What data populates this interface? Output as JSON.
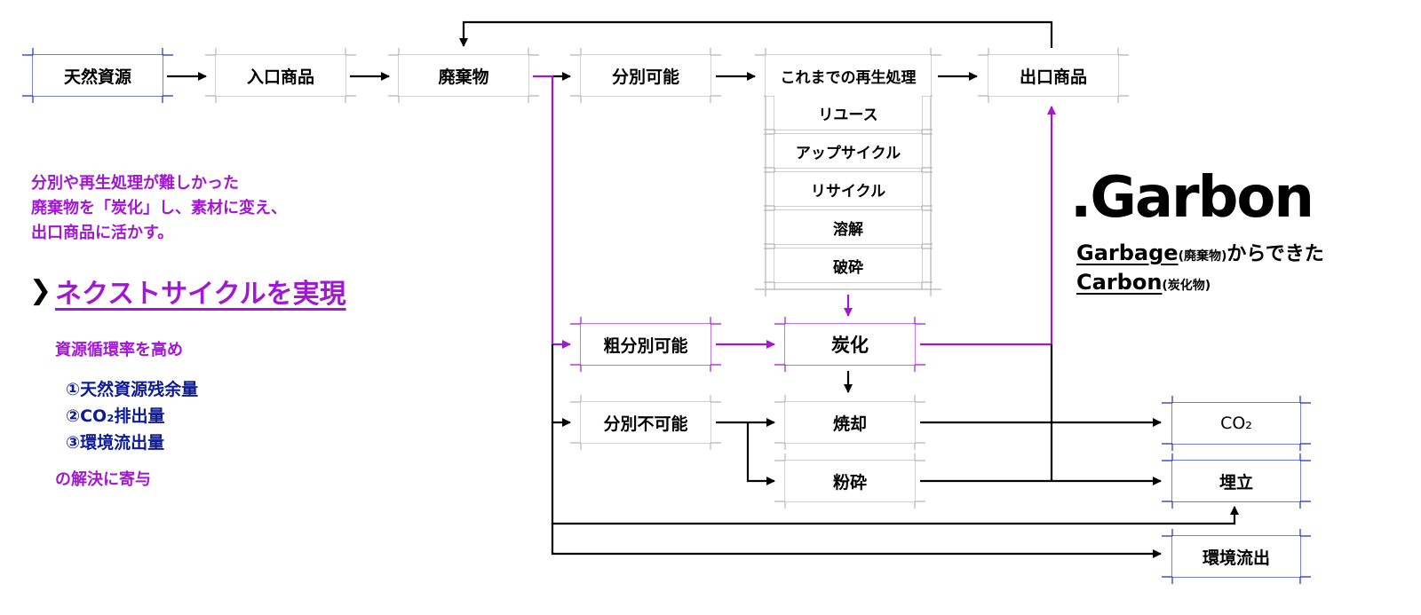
{
  "nodes": {
    "natural_resources": "天然資源",
    "input_goods": "入口商品",
    "waste": "廃棄物",
    "separable": "分別可能",
    "conventional": "これまでの再生処理",
    "reuse": "リユース",
    "upcycle": "アップサイクル",
    "recycle": "リサイクル",
    "dissolve": "溶解",
    "crush": "破砕",
    "output_goods": "出口商品",
    "rough_separable": "粗分別可能",
    "carbonize": "炭化",
    "inseparable": "分別不可能",
    "incinerate": "焼却",
    "pulverize": "粉砕",
    "co2": "CO₂",
    "landfill": "埋立",
    "env_outflow": "環境流出"
  },
  "left_panel": {
    "desc_lines": [
      "分別や再生処理が難しかった",
      "廃棄物を「炭化」し、素材に変え、",
      "出口商品に活かす。"
    ],
    "headline": "ネクストサイクルを実現",
    "sub1": "資源循環率を高め",
    "items": [
      "①天然資源残余量",
      "②CO₂排出量",
      "③環境流出量"
    ],
    "sub2": "の解決に寄与"
  },
  "brand": {
    "logo": ".Garbon",
    "line1_word": "Garbage",
    "line1_paren": "(廃棄物)",
    "line1_tail": "からできた",
    "line2_word": "Carbon",
    "line2_paren": "(炭化物)"
  },
  "colors": {
    "purple": "#a316d6",
    "navy": "#0d1a99",
    "black": "#000000",
    "gray": "#b5b5b5"
  }
}
